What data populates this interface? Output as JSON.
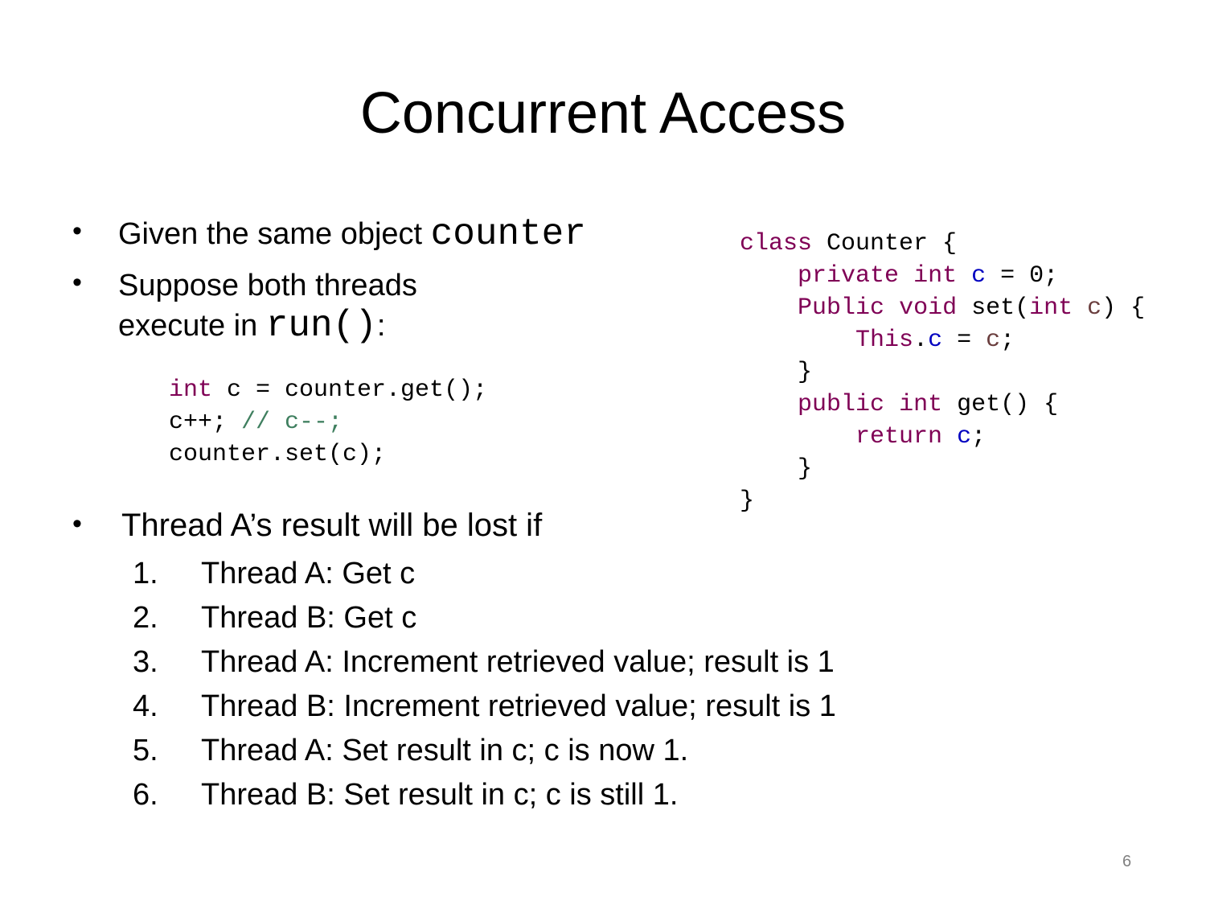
{
  "title": "Concurrent Access",
  "bullets": {
    "b1_text": "Given the same object ",
    "b1_code": "counter",
    "b2_line1": "Suppose both threads",
    "b2_line2_text": "execute in ",
    "b2_line2_code": "run()",
    "b2_line2_colon": ":",
    "b3_text": "Thread A’s result will be lost if"
  },
  "colors": {
    "keyword": "#7f0055",
    "field": "#0000c0",
    "param": "#6a3e3e",
    "comment": "#3f7f5f",
    "plain": "#000000"
  },
  "run_code": [
    [
      {
        "t": "int",
        "k": "keyword"
      },
      {
        "t": " c = counter.get();",
        "k": "plain"
      }
    ],
    [
      {
        "t": "c++; ",
        "k": "plain"
      },
      {
        "t": "// c--;",
        "k": "comment"
      }
    ],
    [
      {
        "t": "counter.set(c);",
        "k": "plain"
      }
    ]
  ],
  "class_code": [
    [
      {
        "t": "class",
        "k": "keyword"
      },
      {
        "t": " Counter {",
        "k": "plain"
      }
    ],
    [
      {
        "t": "    ",
        "k": "plain"
      },
      {
        "t": "private",
        "k": "keyword"
      },
      {
        "t": " ",
        "k": "plain"
      },
      {
        "t": "int",
        "k": "keyword"
      },
      {
        "t": " ",
        "k": "plain"
      },
      {
        "t": "c",
        "k": "field"
      },
      {
        "t": " = 0;",
        "k": "plain"
      }
    ],
    [
      {
        "t": "    ",
        "k": "plain"
      },
      {
        "t": "Public",
        "k": "keyword"
      },
      {
        "t": " ",
        "k": "plain"
      },
      {
        "t": "void",
        "k": "keyword"
      },
      {
        "t": " set(",
        "k": "plain"
      },
      {
        "t": "int",
        "k": "keyword"
      },
      {
        "t": " ",
        "k": "plain"
      },
      {
        "t": "c",
        "k": "param"
      },
      {
        "t": ") {",
        "k": "plain"
      }
    ],
    [
      {
        "t": "        ",
        "k": "plain"
      },
      {
        "t": "This",
        "k": "keyword"
      },
      {
        "t": ".",
        "k": "plain"
      },
      {
        "t": "c",
        "k": "field"
      },
      {
        "t": " = ",
        "k": "plain"
      },
      {
        "t": "c",
        "k": "param"
      },
      {
        "t": ";",
        "k": "plain"
      }
    ],
    [
      {
        "t": "    }",
        "k": "plain"
      }
    ],
    [
      {
        "t": "    ",
        "k": "plain"
      },
      {
        "t": "public",
        "k": "keyword"
      },
      {
        "t": " ",
        "k": "plain"
      },
      {
        "t": "int",
        "k": "keyword"
      },
      {
        "t": " get() {",
        "k": "plain"
      }
    ],
    [
      {
        "t": "        ",
        "k": "plain"
      },
      {
        "t": "return",
        "k": "keyword"
      },
      {
        "t": " ",
        "k": "plain"
      },
      {
        "t": "c",
        "k": "field"
      },
      {
        "t": ";",
        "k": "plain"
      }
    ],
    [
      {
        "t": "    }",
        "k": "plain"
      }
    ],
    [
      {
        "t": "}",
        "k": "plain"
      }
    ]
  ],
  "steps": [
    {
      "num": "1.",
      "text": "Thread A: Get c"
    },
    {
      "num": "2.",
      "text": "Thread B: Get c"
    },
    {
      "num": "3.",
      "text": "Thread A: Increment retrieved value; result is 1"
    },
    {
      "num": "4.",
      "text": "Thread B: Increment retrieved value; result is 1"
    },
    {
      "num": "5.",
      "text": "Thread A: Set result in c; c is now 1."
    },
    {
      "num": "6.",
      "text": "Thread B: Set result in c; c is still 1."
    }
  ],
  "page_number": "6"
}
